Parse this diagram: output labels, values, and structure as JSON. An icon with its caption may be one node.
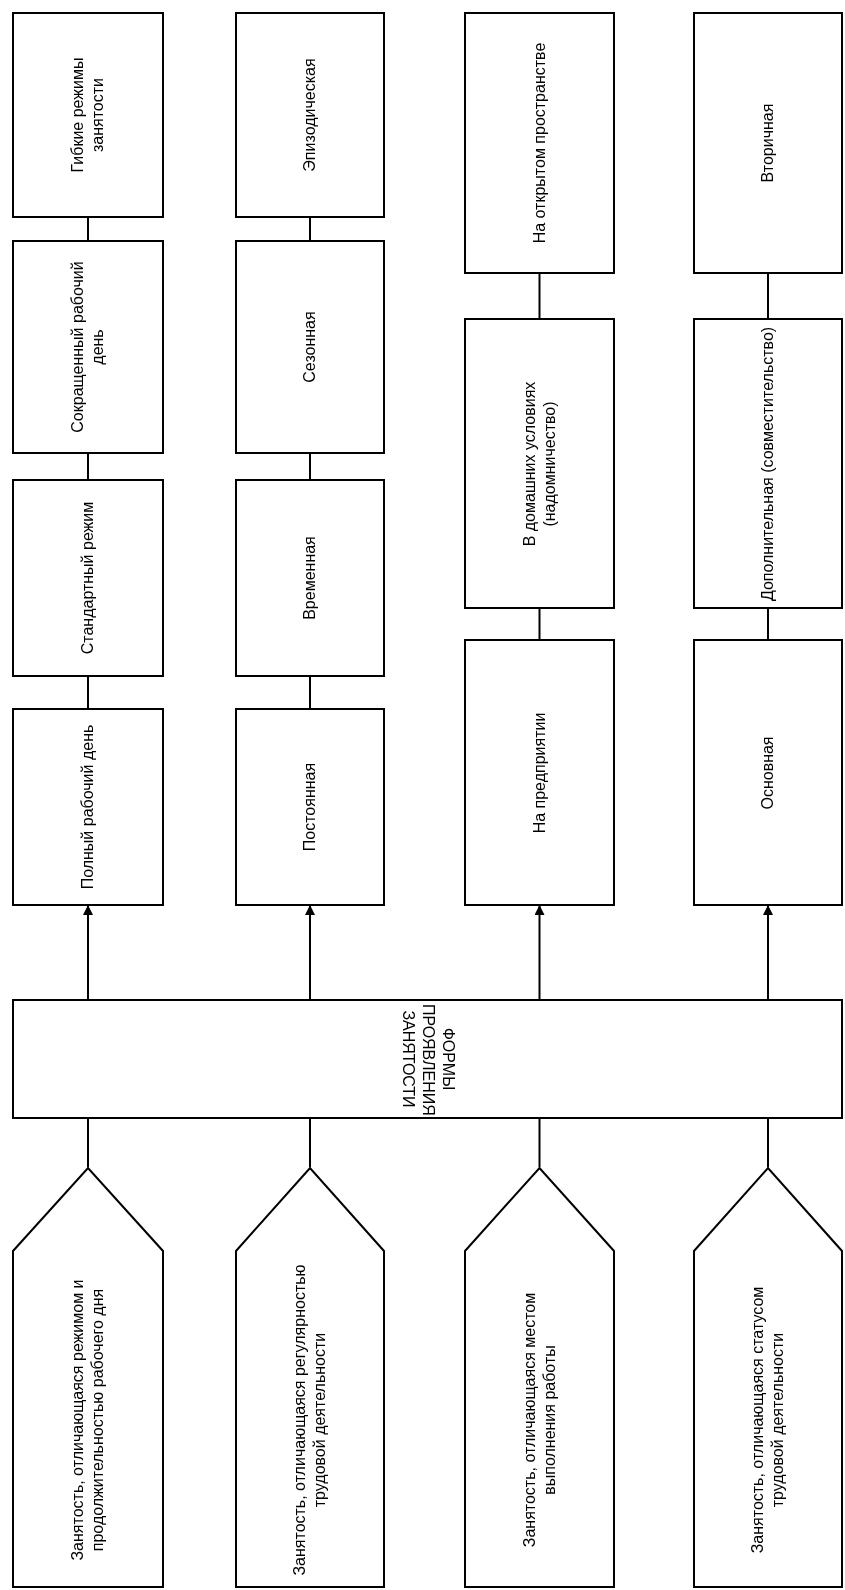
{
  "diagram": {
    "nodes": [
      {
        "text": [
          "Занятость, отличающаяся режимом и продолжительностью рабочего дня"
        ]
      },
      {
        "text": [
          "Занятость, отличающаяся регулярностью трудовой деятельности"
        ]
      },
      {
        "text": [
          "Занятость, отличающаяся местом выполнения работы"
        ]
      },
      {
        "text": [
          "Занятость, отличающаяся статусом трудовой деятельности"
        ]
      },
      {
        "text": [
          "ФОРМЫ ПРОЯВЛЕНИЯ ЗАНЯТОСТИ"
        ]
      },
      {
        "text": [
          "Полный рабочий день"
        ]
      },
      {
        "text": [
          "Стандартный режим"
        ]
      },
      {
        "text": [
          "Сокращенный рабочий день"
        ]
      },
      {
        "text": [
          "Гибкие режимы занятости"
        ]
      },
      {
        "text": [
          "Постоянная"
        ]
      },
      {
        "text": [
          "Временная"
        ]
      },
      {
        "text": [
          "Сезонная"
        ]
      },
      {
        "text": [
          "Эпизодическая"
        ]
      },
      {
        "text": [
          "На предприятии"
        ]
      },
      {
        "text": [
          "В домашних условиях (надомничество)"
        ]
      },
      {
        "text": [
          "На открытом пространстве"
        ]
      },
      {
        "text": [
          "Основная"
        ]
      },
      {
        "text": [
          "Дополнительная (совместительство)"
        ]
      },
      {
        "text": [
          "Вторичная"
        ]
      }
    ],
    "edges": [
      {
        "from": 0,
        "to": 4,
        "arrow": "none"
      },
      {
        "from": 1,
        "to": 4,
        "arrow": "none"
      },
      {
        "from": 2,
        "to": 4,
        "arrow": "none"
      },
      {
        "from": 3,
        "to": 4,
        "arrow": "none"
      },
      {
        "from": 4,
        "to": 5,
        "arrow": "to"
      },
      {
        "from": 4,
        "to": 9,
        "arrow": "to"
      },
      {
        "from": 4,
        "to": 13,
        "arrow": "to"
      },
      {
        "from": 4,
        "to": 16,
        "arrow": "to"
      },
      {
        "from": 5,
        "to": 6,
        "arrow": "none"
      },
      {
        "from": 6,
        "to": 7,
        "arrow": "none"
      },
      {
        "from": 7,
        "to": 8,
        "arrow": "none"
      },
      {
        "from": 9,
        "to": 10,
        "arrow": "none"
      },
      {
        "from": 10,
        "to": 11,
        "arrow": "none"
      },
      {
        "from": 11,
        "to": 12,
        "arrow": "none"
      },
      {
        "from": 13,
        "to": 14,
        "arrow": "none"
      },
      {
        "from": 14,
        "to": 15,
        "arrow": "none"
      },
      {
        "from": 16,
        "to": 17,
        "arrow": "none"
      },
      {
        "from": 17,
        "to": 18,
        "arrow": "none"
      }
    ]
  }
}
